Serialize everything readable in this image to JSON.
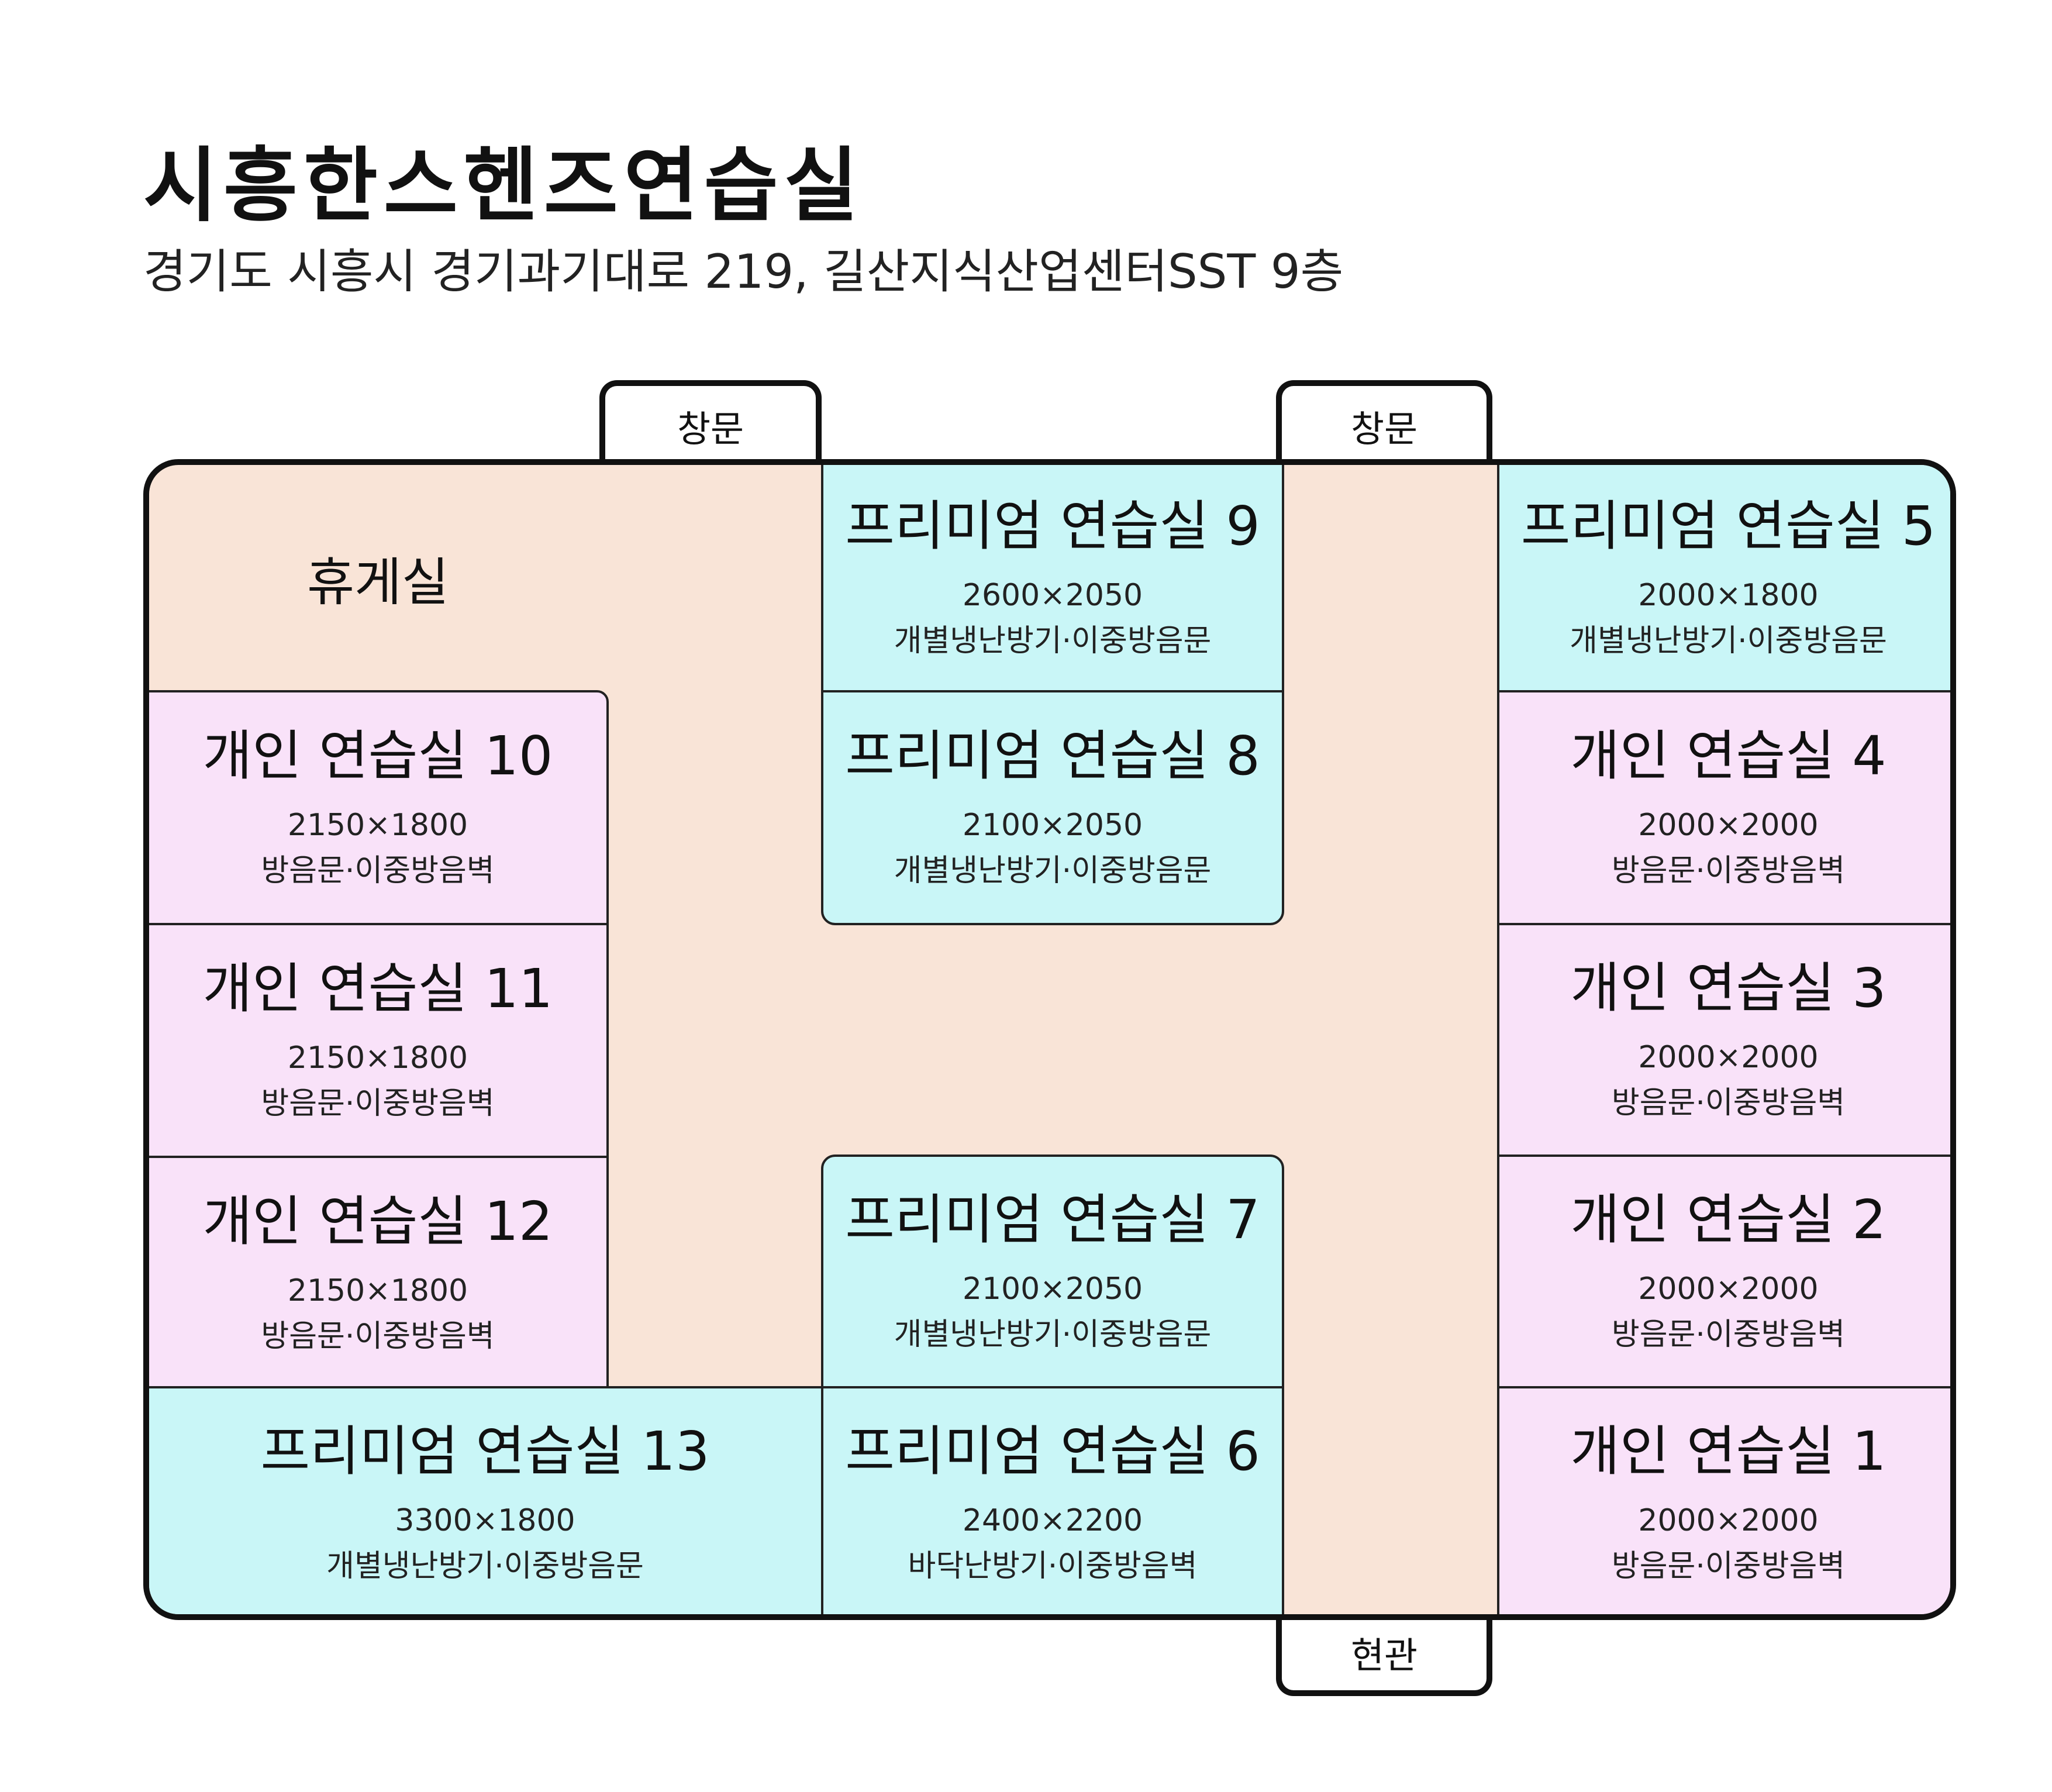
{
  "header": {
    "title": "시흥한스헨즈연습실",
    "address": "경기도 시흥시 경기과기대로 219, 길산지식산업센터SST 9층"
  },
  "doors": {
    "window_left": "창문",
    "window_right": "창문",
    "entrance": "현관"
  },
  "lounge": "휴게실",
  "rooms": {
    "r1": {
      "name": "개인 연습실 1",
      "size": "2000×2000",
      "feature": "방음문·이중방음벽"
    },
    "r2": {
      "name": "개인 연습실 2",
      "size": "2000×2000",
      "feature": "방음문·이중방음벽"
    },
    "r3": {
      "name": "개인 연습실 3",
      "size": "2000×2000",
      "feature": "방음문·이중방음벽"
    },
    "r4": {
      "name": "개인 연습실 4",
      "size": "2000×2000",
      "feature": "방음문·이중방음벽"
    },
    "r5": {
      "name": "프리미엄 연습실 5",
      "size": "2000×1800",
      "feature": "개별냉난방기·이중방음문"
    },
    "r6": {
      "name": "프리미엄 연습실 6",
      "size": "2400×2200",
      "feature": "바닥난방기·이중방음벽"
    },
    "r7": {
      "name": "프리미엄 연습실 7",
      "size": "2100×2050",
      "feature": "개별냉난방기·이중방음문"
    },
    "r8": {
      "name": "프리미엄 연습실 8",
      "size": "2100×2050",
      "feature": "개별냉난방기·이중방음문"
    },
    "r9": {
      "name": "프리미엄 연습실 9",
      "size": "2600×2050",
      "feature": "개별냉난방기·이중방음문"
    },
    "r10": {
      "name": "개인 연습실 10",
      "size": "2150×1800",
      "feature": "방음문·이중방음벽"
    },
    "r11": {
      "name": "개인 연습실 11",
      "size": "2150×1800",
      "feature": "방음문·이중방음벽"
    },
    "r12": {
      "name": "개인 연습실 12",
      "size": "2150×1800",
      "feature": "방음문·이중방음벽"
    },
    "r13": {
      "name": "프리미엄 연습실 13",
      "size": "3300×1800",
      "feature": "개별냉난방기·이중방음문"
    }
  },
  "colors": {
    "corridor": "#f9e4d7",
    "premium_room": "#c9f6f7",
    "personal_room": "#f9e2f9",
    "outline": "#111111"
  }
}
